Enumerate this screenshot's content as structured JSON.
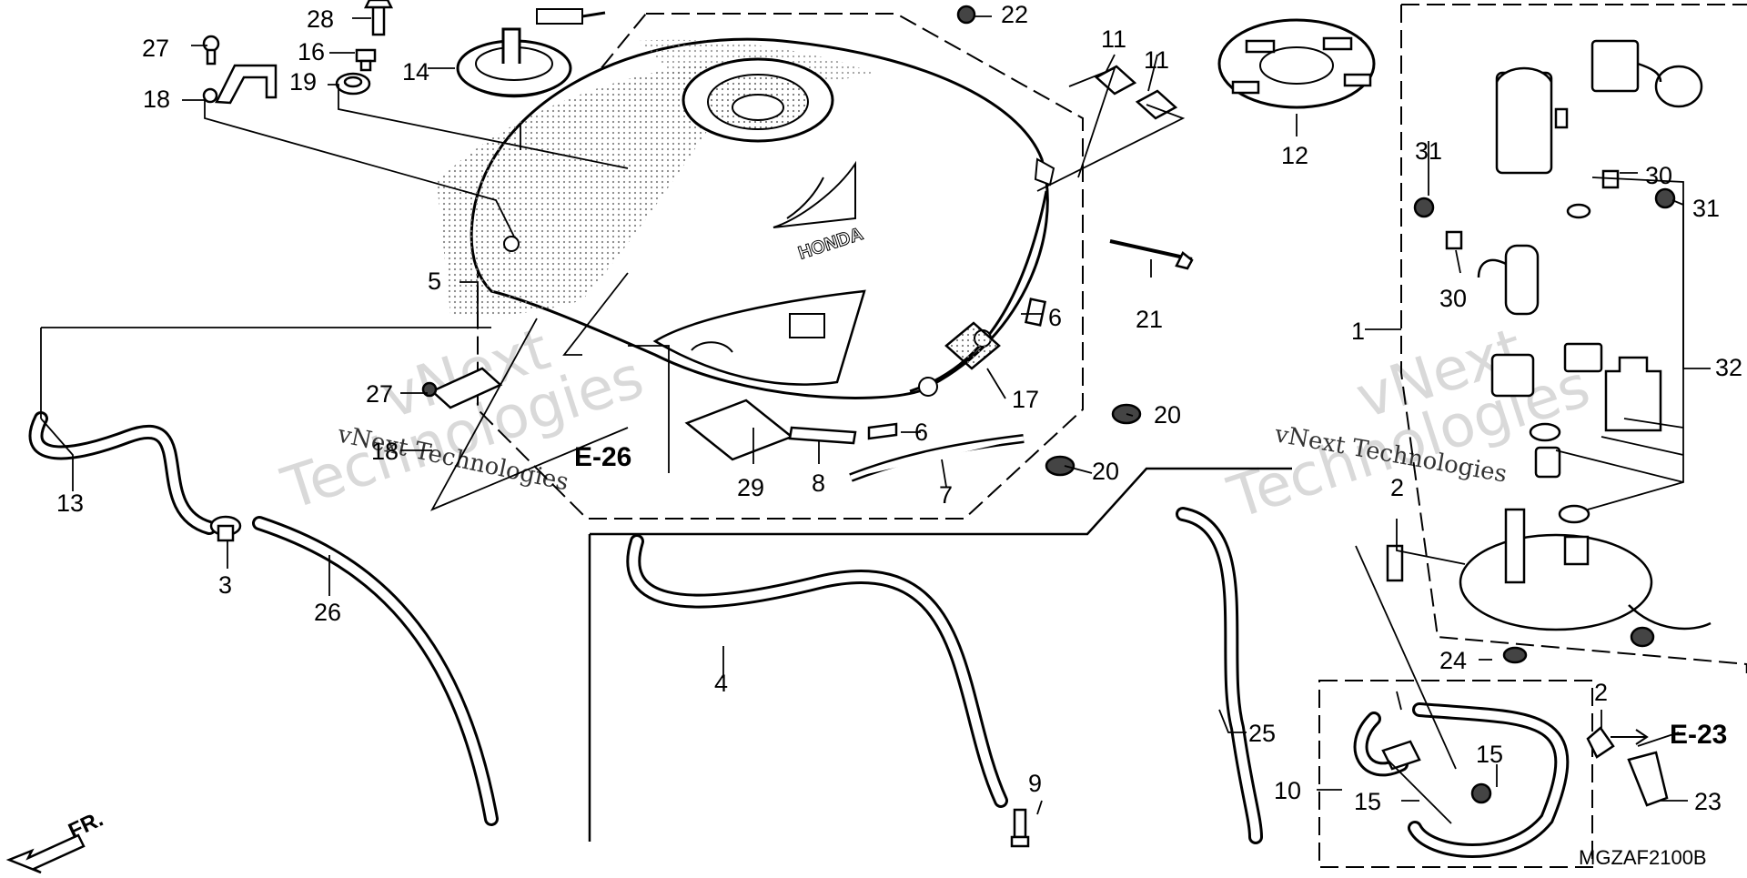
{
  "diagram": {
    "drawing_code": "MGZAF2100B",
    "forward_label": "FR.",
    "references": {
      "e26": "E-26",
      "e23": "E-23"
    },
    "watermark": {
      "line1": "vNext",
      "line2": "Technologies",
      "inline": "vNext Technologies"
    },
    "callouts": [
      "27",
      "28",
      "16",
      "18",
      "19",
      "14",
      "22",
      "11",
      "11",
      "12",
      "31",
      "30",
      "31",
      "30",
      "5",
      "21",
      "6",
      "1",
      "32",
      "27",
      "18",
      "17",
      "20",
      "6",
      "20",
      "13",
      "29",
      "8",
      "7",
      "3",
      "26",
      "2",
      "4",
      "24",
      "25",
      "2",
      "9",
      "10",
      "15",
      "15",
      "23"
    ]
  }
}
